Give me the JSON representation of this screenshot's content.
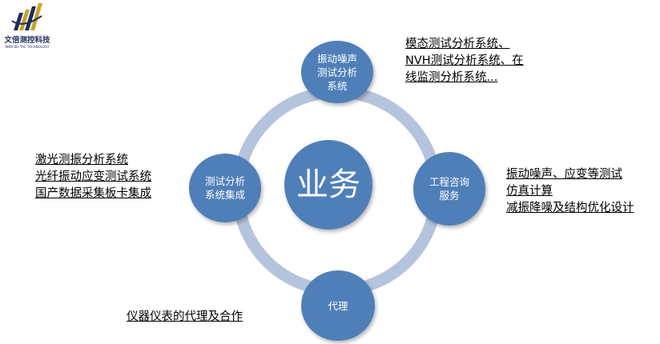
{
  "logo": {
    "name_cn": "文倍测控科技",
    "name_en": "WEN BEI TAC TECHNOLOGY"
  },
  "diagram": {
    "center": "业务",
    "nodes": {
      "top": [
        "振动噪声",
        "测试分析",
        "系统"
      ],
      "right": [
        "工程咨询",
        "服务"
      ],
      "left": [
        "测试分析",
        "系统集成"
      ],
      "bottom": [
        "代理"
      ]
    },
    "notes": {
      "top": [
        "模态测试分析系统、",
        "NVH测试分析系统、在",
        "线监测分析系统..."
      ],
      "right": [
        "振动噪声、应变等测试",
        "仿真计算",
        "减振降噪及结构优化设计"
      ],
      "left": [
        "激光测振分析系统",
        "光纤振动应变测试系统",
        "国产数据采集板卡集成"
      ],
      "bottom": [
        "仪器仪表的代理及合作"
      ]
    },
    "colors": {
      "node": "#4f7fb8",
      "ring": "#b4c4dc"
    }
  }
}
